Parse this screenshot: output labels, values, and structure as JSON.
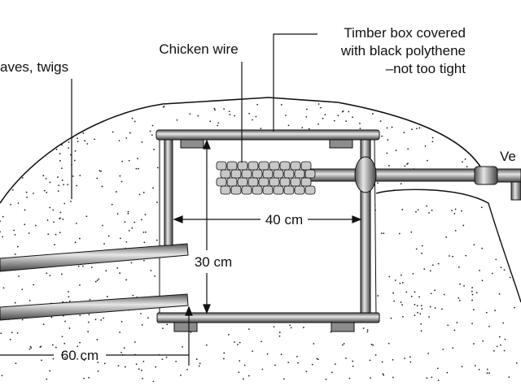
{
  "labels": {
    "leaves": "aves, twigs",
    "chicken_wire": "Chicken wire",
    "timber_box": [
      "Timber box covered",
      "with black polythene",
      "–not too tight"
    ],
    "vent": "Ve",
    "width": "40 cm",
    "height": "30 cm",
    "pipe_length": "60 cm"
  },
  "colors": {
    "ink": "#111111",
    "pipe": "#9a9a9a",
    "wire": "#c8c8c8",
    "pad": "#8c8c8c"
  }
}
